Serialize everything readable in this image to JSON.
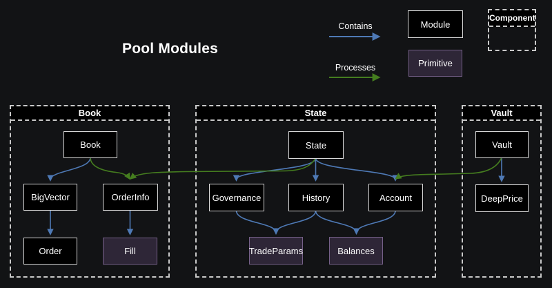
{
  "title": "Pool Modules",
  "colors": {
    "background": "#121315",
    "contains_arrow": "#4e79b5",
    "processes_arrow": "#457d1f",
    "module_fill": "#000000",
    "module_border": "#d9d9d9",
    "primitive_fill": "#2e2637",
    "primitive_border": "#756088",
    "component_border": "#c9c9c9",
    "text": "#ffffff"
  },
  "legend": {
    "contains_label": "Contains",
    "processes_label": "Processes",
    "module_label": "Module",
    "primitive_label": "Primitive",
    "component_label": "Component"
  },
  "containers": {
    "book": {
      "label": "Book"
    },
    "state": {
      "label": "State"
    },
    "vault": {
      "label": "Vault"
    }
  },
  "nodes": {
    "book": {
      "label": "Book",
      "type": "module",
      "container": "Book"
    },
    "bigvector": {
      "label": "BigVector",
      "type": "module",
      "container": "Book"
    },
    "orderinfo": {
      "label": "OrderInfo",
      "type": "module",
      "container": "Book"
    },
    "order": {
      "label": "Order",
      "type": "module",
      "container": "Book"
    },
    "fill": {
      "label": "Fill",
      "type": "primitive",
      "container": "Book"
    },
    "state": {
      "label": "State",
      "type": "module",
      "container": "State"
    },
    "governance": {
      "label": "Governance",
      "type": "module",
      "container": "State"
    },
    "history": {
      "label": "History",
      "type": "module",
      "container": "State"
    },
    "account": {
      "label": "Account",
      "type": "module",
      "container": "State"
    },
    "tradeparams": {
      "label": "TradeParams",
      "type": "primitive",
      "container": "State"
    },
    "balances": {
      "label": "Balances",
      "type": "primitive",
      "container": "State"
    },
    "vault": {
      "label": "Vault",
      "type": "module",
      "container": "Vault"
    },
    "deepprice": {
      "label": "DeepPrice",
      "type": "module",
      "container": "Vault"
    }
  },
  "edges": [
    {
      "from": "Book",
      "to": "BigVector",
      "relation": "contains"
    },
    {
      "from": "Book",
      "to": "OrderInfo",
      "relation": "processes"
    },
    {
      "from": "BigVector",
      "to": "Order",
      "relation": "contains"
    },
    {
      "from": "OrderInfo",
      "to": "Fill",
      "relation": "contains"
    },
    {
      "from": "State",
      "to": "Governance",
      "relation": "contains"
    },
    {
      "from": "State",
      "to": "History",
      "relation": "contains"
    },
    {
      "from": "State",
      "to": "Account",
      "relation": "contains"
    },
    {
      "from": "State",
      "to": "OrderInfo",
      "relation": "processes"
    },
    {
      "from": "Governance",
      "to": "TradeParams",
      "relation": "contains"
    },
    {
      "from": "History",
      "to": "TradeParams",
      "relation": "contains"
    },
    {
      "from": "History",
      "to": "Balances",
      "relation": "contains"
    },
    {
      "from": "Account",
      "to": "Balances",
      "relation": "contains"
    },
    {
      "from": "Vault",
      "to": "DeepPrice",
      "relation": "contains"
    },
    {
      "from": "Vault",
      "to": "Account",
      "relation": "processes"
    }
  ]
}
